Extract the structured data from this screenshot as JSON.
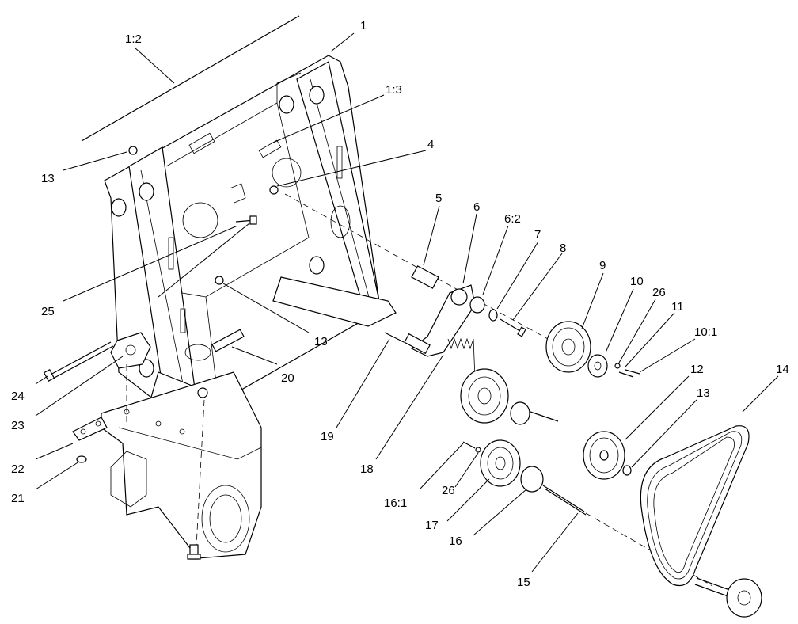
{
  "callouts": [
    {
      "id": "c-1",
      "text": "1"
    },
    {
      "id": "c-1-2",
      "text": "1:2"
    },
    {
      "id": "c-1-3",
      "text": "1:3"
    },
    {
      "id": "c-4",
      "text": "4"
    },
    {
      "id": "c-5",
      "text": "5"
    },
    {
      "id": "c-6",
      "text": "6"
    },
    {
      "id": "c-6-2",
      "text": "6:2"
    },
    {
      "id": "c-7",
      "text": "7"
    },
    {
      "id": "c-8",
      "text": "8"
    },
    {
      "id": "c-9",
      "text": "9"
    },
    {
      "id": "c-10",
      "text": "10"
    },
    {
      "id": "c-26a",
      "text": "26"
    },
    {
      "id": "c-11",
      "text": "11"
    },
    {
      "id": "c-10-1",
      "text": "10:1"
    },
    {
      "id": "c-14",
      "text": "14"
    },
    {
      "id": "c-12",
      "text": "12"
    },
    {
      "id": "c-13c",
      "text": "13"
    },
    {
      "id": "c-13a",
      "text": "13"
    },
    {
      "id": "c-25",
      "text": "25"
    },
    {
      "id": "c-13b",
      "text": "13"
    },
    {
      "id": "c-20",
      "text": "20"
    },
    {
      "id": "c-24",
      "text": "24"
    },
    {
      "id": "c-23",
      "text": "23"
    },
    {
      "id": "c-19",
      "text": "19"
    },
    {
      "id": "c-18",
      "text": "18"
    },
    {
      "id": "c-22",
      "text": "22"
    },
    {
      "id": "c-21",
      "text": "21"
    },
    {
      "id": "c-16-1",
      "text": "16:1"
    },
    {
      "id": "c-26b",
      "text": "26"
    },
    {
      "id": "c-17",
      "text": "17"
    },
    {
      "id": "c-16",
      "text": "16"
    },
    {
      "id": "c-15",
      "text": "15"
    }
  ]
}
